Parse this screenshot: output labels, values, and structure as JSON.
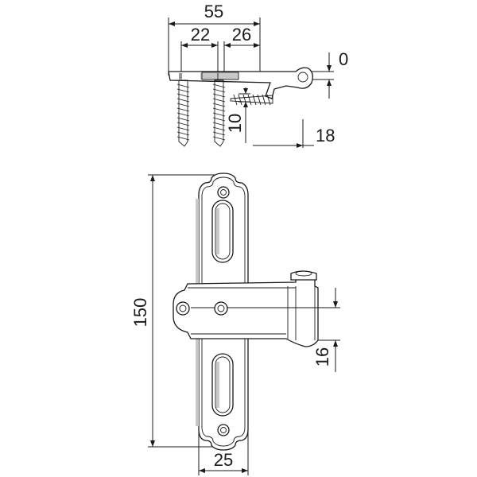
{
  "dimensions": {
    "overall_width": "55",
    "left_offset": "22",
    "right_offset": "26",
    "top_offset": "0",
    "screw_depth": "10",
    "knuckle_width": "18",
    "overall_height": "150",
    "pin_offset": "16",
    "leaf_width": "25"
  }
}
